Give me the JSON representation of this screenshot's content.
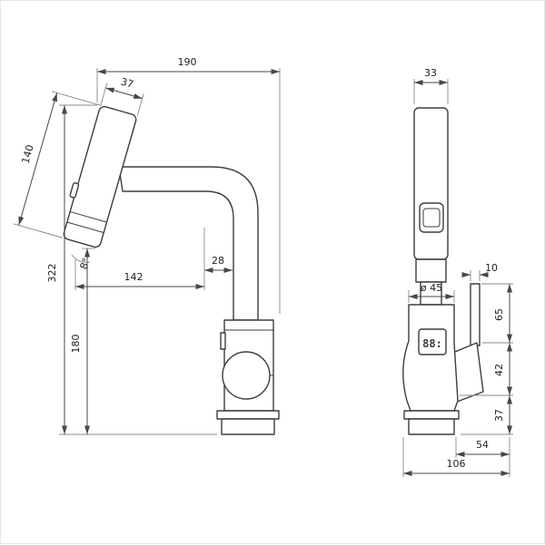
{
  "page": {
    "background": "#ffffff",
    "line_color": "#3d3d3d",
    "dim_text_color": "#222222"
  },
  "drawing": {
    "kind": "technical-dimension-drawing",
    "subject": "pull-out sensor faucet, side and front orthographic views"
  },
  "side_view": {
    "dimensions": {
      "overall_width": "190",
      "head_width": "37",
      "head_length": "140",
      "overall_height": "322",
      "lower_height": "180",
      "reach": "142",
      "spout_offset": "28",
      "head_angle": "8°"
    }
  },
  "front_view": {
    "display_value": "88:",
    "dimensions": {
      "spout_width": "33",
      "body_diameter": "ø 45",
      "handle_width": "10",
      "handle_length": "65",
      "hub_height": "42",
      "base_height": "37",
      "center_to_handle": "54",
      "overall_depth": "106"
    }
  }
}
